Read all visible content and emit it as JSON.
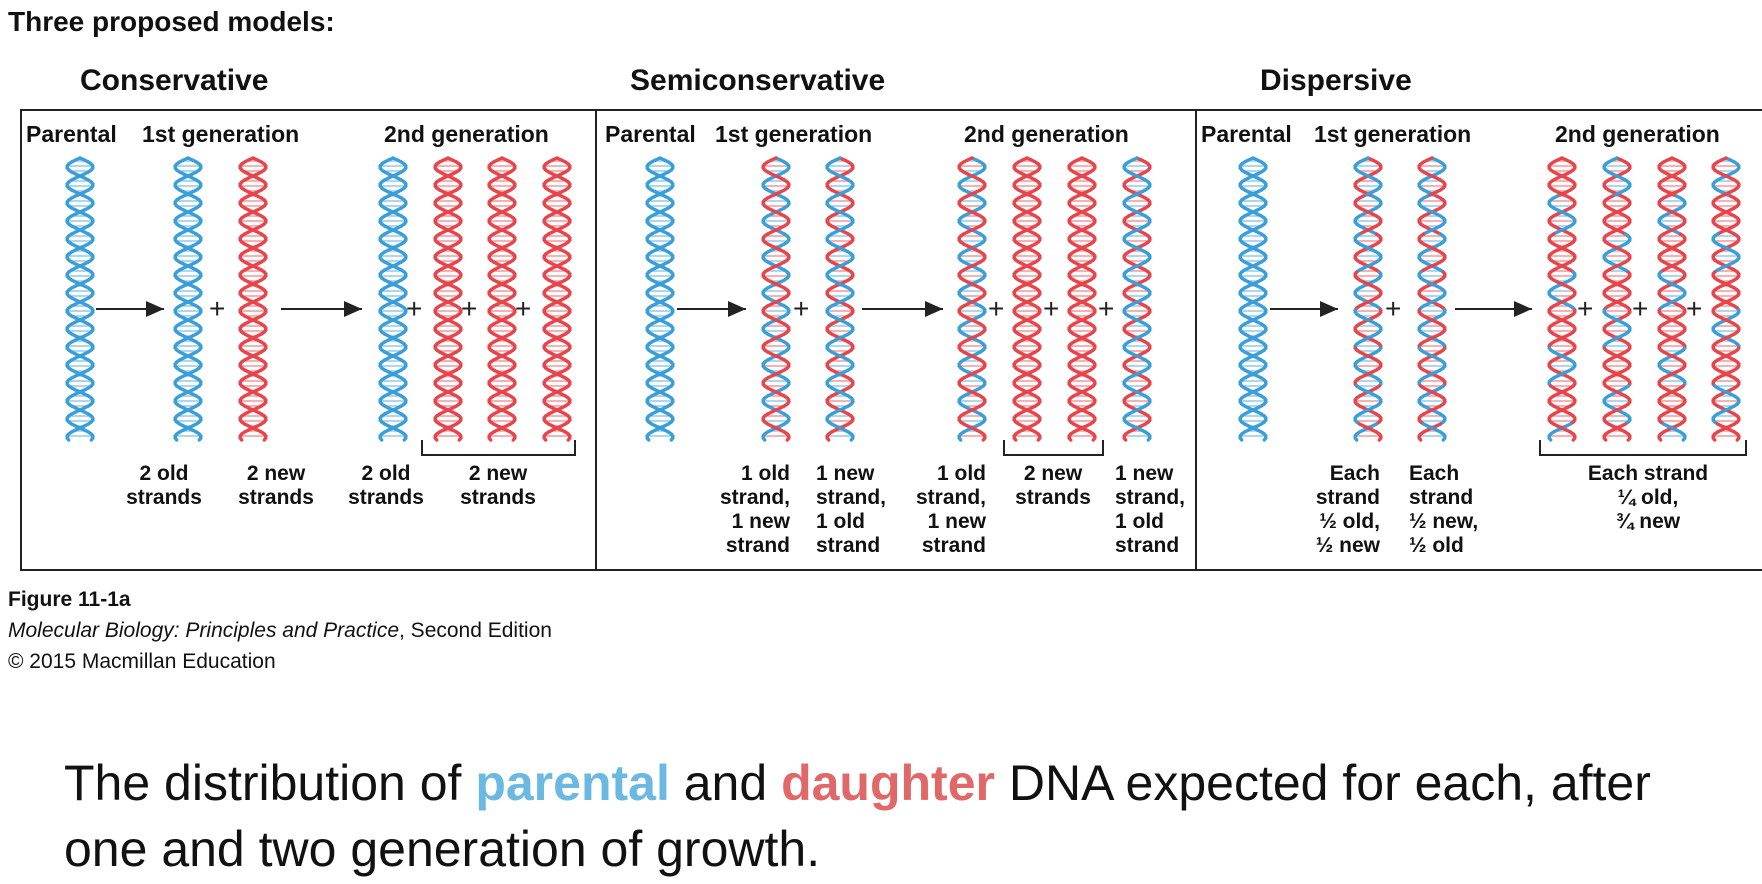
{
  "heading": "Three proposed models:",
  "models": {
    "conservative": {
      "title": "Conservative",
      "gen_parental": "Parental",
      "gen_first": "1st generation",
      "gen_second": "2nd generation",
      "labels": [
        "2 old\nstrands",
        "2 new\nstrands",
        "2 old\nstrands",
        "2 new\nstrands"
      ]
    },
    "semiconservative": {
      "title": "Semiconservative",
      "gen_parental": "Parental",
      "gen_first": "1st generation",
      "gen_second": "2nd generation",
      "labels": [
        "1 old\nstrand,\n1 new\nstrand",
        "1 new\nstrand,\n1 old\nstrand",
        "1 old\nstrand,\n1 new\nstrand",
        "2 new\nstrands",
        "1 new\nstrand,\n1 old\nstrand"
      ]
    },
    "dispersive": {
      "title": "Dispersive",
      "gen_parental": "Parental",
      "gen_first": "1st generation",
      "gen_second": "2nd generation",
      "labels": [
        "Each\nstrand\n½ old,\n½ new",
        "Each\nstrand\n½ new,\n½ old",
        "Each strand\n¼ old,\n¾ new"
      ]
    }
  },
  "plus_symbol": "+",
  "colors": {
    "old_strand": "#3a9fd9",
    "new_strand": "#e8444b",
    "line": "#222222"
  },
  "caption": {
    "figure": "Figure 11-1a",
    "book_title": "Molecular Biology: Principles and Practice",
    "book_edition": ", Second Edition",
    "copyright": "© 2015 Macmillan Education"
  },
  "summary": {
    "part1": "The distribution of ",
    "parental": "parental",
    "part2": " and ",
    "daughter": "daughter",
    "part3": " DNA expected for each, after one and two generation of growth."
  }
}
